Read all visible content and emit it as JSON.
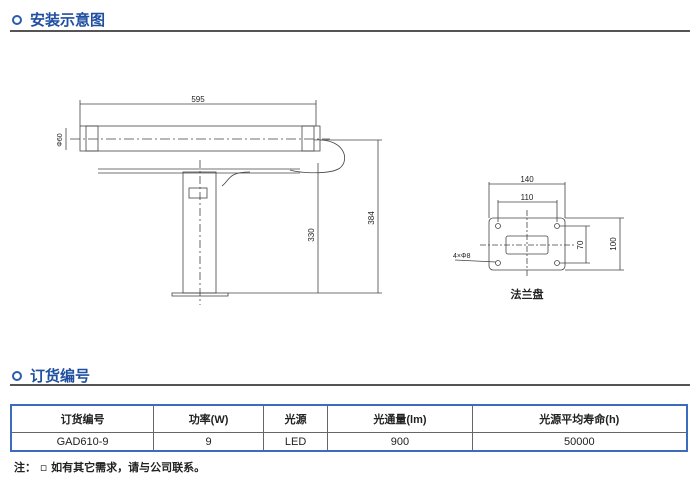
{
  "sections": {
    "install_title": "安装示意图",
    "order_title": "订货编号"
  },
  "diagram": {
    "length": "595",
    "diameter": "Φ60",
    "height_330": "330",
    "height_384": "384",
    "flange_label": "法兰盘",
    "flange_w": "140",
    "flange_hole_w": "110",
    "flange_h": "100",
    "flange_hole_h": "70",
    "holes": "4×Φ8"
  },
  "table": {
    "headers": [
      "订货编号",
      "功率(W)",
      "光源",
      "光通量(lm)",
      "光源平均寿命(h)"
    ],
    "rows": [
      [
        "GAD610-9",
        "9",
        "LED",
        "900",
        "50000"
      ]
    ]
  },
  "note": {
    "prefix": "注：",
    "bullet": "▫",
    "text": "如有其它需求，请与公司联系。"
  }
}
